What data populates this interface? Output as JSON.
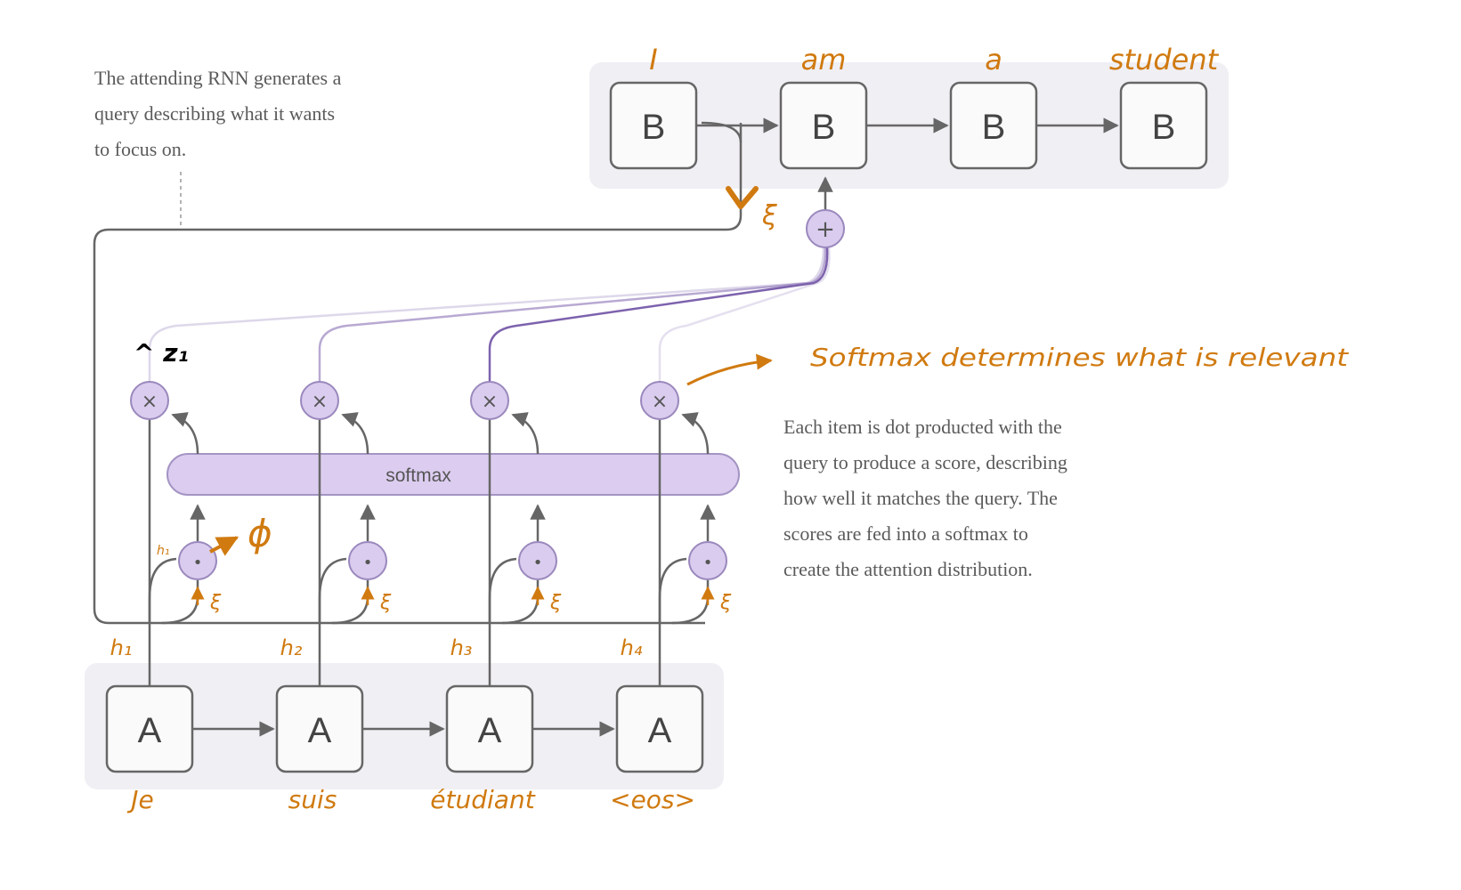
{
  "notes": {
    "query_lines": [
      "The attending RNN generates a",
      "query describing what it wants",
      "to focus on."
    ],
    "score_lines": [
      "Each item is dot producted with the",
      "query to produce a score, describing",
      "how well it matches the query. The",
      "scores are fed into a softmax to",
      "create the attention distribution."
    ]
  },
  "decoder": {
    "cell_label": "B",
    "output_words": [
      "I",
      "am",
      "a",
      "student"
    ]
  },
  "encoder": {
    "cell_label": "A",
    "input_words": [
      "Je",
      "suis",
      "étudiant",
      "<eos>"
    ],
    "hidden_labels": [
      "h₁",
      "h₂",
      "h₃",
      "h₄"
    ]
  },
  "attention": {
    "softmax_label": "softmax",
    "multiply_symbol": "×",
    "dot_symbol": "•",
    "sum_symbol": "+",
    "query_symbol": "ξ",
    "phi_symbol": "ϕ",
    "dot_small_label": "h₁",
    "weight_annotation": "^ z₁",
    "softmax_annotation": "Softmax determines what is relevant",
    "line_emphasis": [
      0.25,
      0.55,
      1.0,
      0.2
    ]
  },
  "colors": {
    "panel": "#f0eff4",
    "line": "#666666",
    "op_fill": "#d9ccee",
    "op_stroke": "#9a88bd",
    "attn_line": "#7d62ad",
    "annotation": "#d07a10"
  }
}
